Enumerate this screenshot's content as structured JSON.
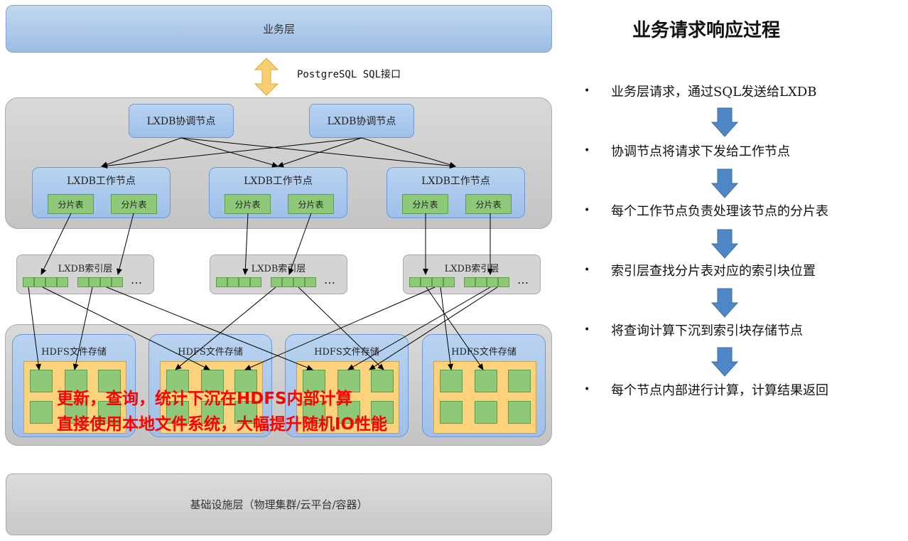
{
  "business_layer": {
    "label": "业务层"
  },
  "interface": {
    "label": "PostgreSQL  SQL接口"
  },
  "coordinators": [
    {
      "label": "LXDB协调节点"
    },
    {
      "label": "LXDB协调节点"
    }
  ],
  "workers": [
    {
      "label": "LXDB工作节点",
      "shards": [
        "分片表",
        "分片表"
      ]
    },
    {
      "label": "LXDB工作节点",
      "shards": [
        "分片表",
        "分片表"
      ]
    },
    {
      "label": "LXDB工作节点",
      "shards": [
        "分片表",
        "分片表"
      ]
    }
  ],
  "index_layers": [
    {
      "label": "LXDB索引层",
      "ellipsis": "…"
    },
    {
      "label": "LXDB索引层",
      "ellipsis": "…"
    },
    {
      "label": "LXDB索引层",
      "ellipsis": "…"
    }
  ],
  "hdfs_nodes": [
    {
      "label": "HDFS文件存储"
    },
    {
      "label": "HDFS文件存储"
    },
    {
      "label": "HDFS文件存储"
    },
    {
      "label": "HDFS文件存储"
    }
  ],
  "overlay": {
    "line1": "更新，查询，统计下沉在HDFS内部计算",
    "line2": "直接使用本地文件系统，大幅提升随机IO性能"
  },
  "infra_layer": {
    "label": "基础设施层（物理集群/云平台/容器）"
  },
  "process": {
    "title": "业务请求响应过程",
    "bullet_glyph": "•",
    "steps": [
      "业务层请求，通过SQL发送给LXDB",
      "协调节点将请求下发给工作节点",
      "每个工作节点负责处理该节点的分片表",
      "索引层查找分片表对应的索引块位置",
      "将查询计算下沉到索引块存储节点",
      "每个节点内部进行计算，计算结果返回"
    ]
  },
  "colors": {
    "blue_fill": "#9ec0ea",
    "green_fill": "#8ec97a",
    "yellow_fill": "#fcd37c",
    "gray_fill": "#d0d0d0",
    "overlay_red": "#ff0000",
    "step_arrow_blue": "#4f86c6",
    "interface_arrow_gold": "#f5c25a"
  }
}
